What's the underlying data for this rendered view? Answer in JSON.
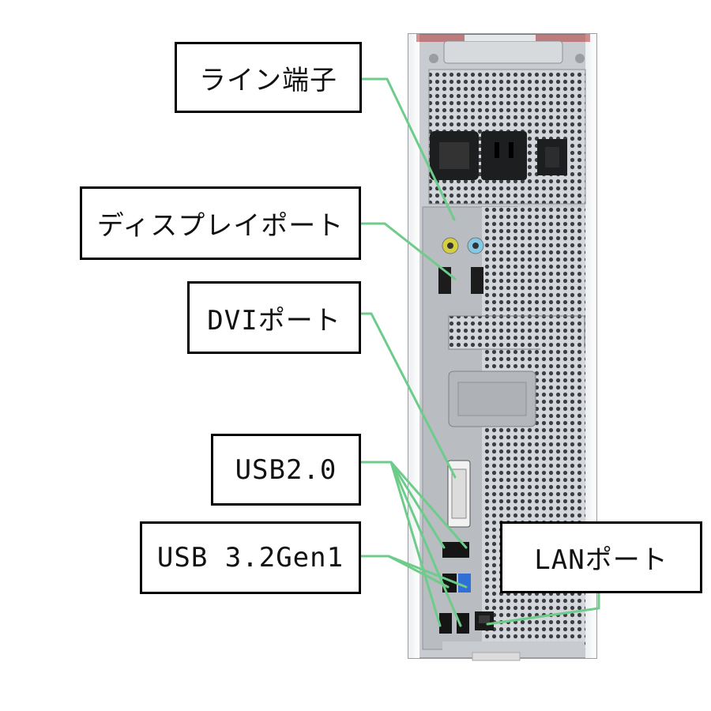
{
  "labels": {
    "line_port": "ライン端子",
    "display_port": "ディスプレイポート",
    "dvi_port": "DVIポート",
    "usb2": "USB2.0",
    "usb3": "USB 3.2Gen1",
    "lan_port": "LANポート"
  },
  "colors": {
    "leader_line": "#6dcc8a",
    "box_border": "#000000",
    "chassis": "#c9ccd0",
    "chassis_dark": "#8e9297",
    "line_in_jack": "#cfc93a",
    "line_out_jack": "#7fc8e6",
    "usb3_port": "#2f6fd6"
  }
}
